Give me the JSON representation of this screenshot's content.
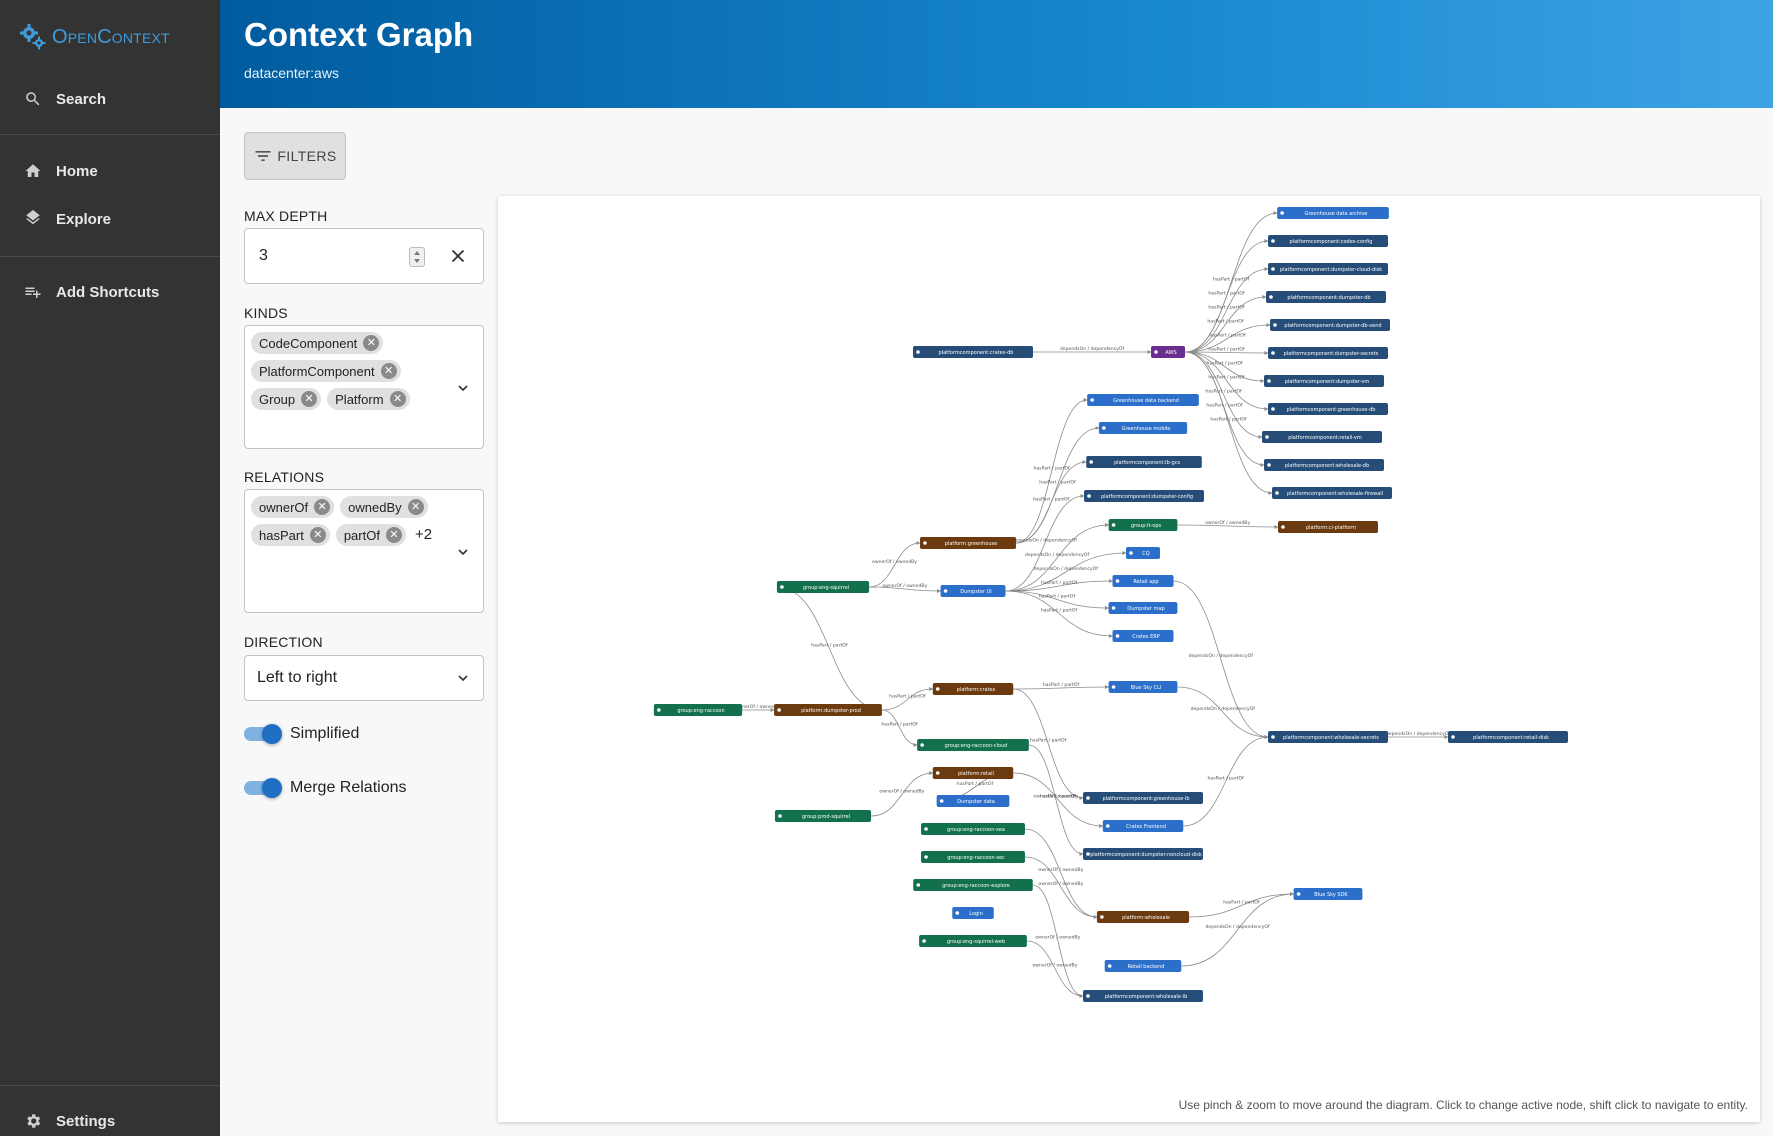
{
  "app": {
    "logo_text": "OpenContext"
  },
  "sidebar": {
    "items": [
      {
        "label": "Search",
        "icon": "search-icon"
      },
      {
        "label": "Home",
        "icon": "home-icon"
      },
      {
        "label": "Explore",
        "icon": "layers-icon"
      },
      {
        "label": "Add Shortcuts",
        "icon": "playlist-add-icon"
      },
      {
        "label": "Settings",
        "icon": "gear-icon"
      }
    ]
  },
  "header": {
    "title": "Context Graph",
    "subtitle": "datacenter:aws"
  },
  "filters": {
    "button_label": "FILTERS",
    "max_depth": {
      "label": "MAX DEPTH",
      "value": "3"
    },
    "kinds": {
      "label": "KINDS",
      "chips": [
        "CodeComponent",
        "PlatformComponent",
        "Group",
        "Platform"
      ]
    },
    "relations": {
      "label": "RELATIONS",
      "chips": [
        "ownerOf",
        "ownedBy",
        "hasPart",
        "partOf"
      ],
      "more": "+2"
    },
    "direction": {
      "label": "DIRECTION",
      "value": "Left to right"
    },
    "simplified": {
      "label": "Simplified",
      "on": true
    },
    "merge_relations": {
      "label": "Merge Relations",
      "on": true
    }
  },
  "graph": {
    "hint": "Use pinch & zoom to move around the diagram. Click to change active node, shift click to navigate to entity.",
    "colors": {
      "component": "#2c6fca",
      "platform_component": "#264d78",
      "group": "#13704d",
      "platform": "#6b3a0e",
      "domain": "#6b2d8f",
      "edge": "#8a8a8a"
    },
    "nodes": [
      {
        "id": "aws",
        "label": "AWS",
        "kind": "domain"
      },
      {
        "id": "crates-db",
        "label": "platformcomponent:crates-db",
        "kind": "platform_component"
      },
      {
        "id": "gh-archive",
        "label": "Greenhouse data archive",
        "kind": "component"
      },
      {
        "id": "codes-config",
        "label": "platformcomponent:codes-config",
        "kind": "platform_component"
      },
      {
        "id": "dc-disk",
        "label": "platformcomponent:dumpster-cloud-disk",
        "kind": "platform_component"
      },
      {
        "id": "d-db",
        "label": "platformcomponent:dumpster-db",
        "kind": "platform_component"
      },
      {
        "id": "d-db-vend",
        "label": "platformcomponent:dumpster-db-vend",
        "kind": "platform_component"
      },
      {
        "id": "d-secrets",
        "label": "platformcomponent:dumpster-secrets",
        "kind": "platform_component"
      },
      {
        "id": "d-vm",
        "label": "platformcomponent:dumpster-vm",
        "kind": "platform_component"
      },
      {
        "id": "gh-db",
        "label": "platformcomponent:greenhouse-db",
        "kind": "platform_component"
      },
      {
        "id": "r-vm",
        "label": "platformcomponent:retail-vm",
        "kind": "platform_component"
      },
      {
        "id": "w-db",
        "label": "platformcomponent:wholesale-db",
        "kind": "platform_component"
      },
      {
        "id": "w-fw",
        "label": "platformcomponent:wholesale-firewall",
        "kind": "platform_component"
      },
      {
        "id": "gh-backend",
        "label": "Greenhouse data backend",
        "kind": "component"
      },
      {
        "id": "gh-mobile",
        "label": "Greenhouse mobile",
        "kind": "component"
      },
      {
        "id": "lb-gcs",
        "label": "platformcomponent:lb-gcs",
        "kind": "platform_component"
      },
      {
        "id": "d-config",
        "label": "platformcomponent:dumpster-config",
        "kind": "platform_component"
      },
      {
        "id": "g-ops",
        "label": "group:it-ops",
        "kind": "group"
      },
      {
        "id": "p-ci",
        "label": "platform:ci-platform",
        "kind": "platform"
      },
      {
        "id": "cq",
        "label": "CQ",
        "kind": "component"
      },
      {
        "id": "retail-app",
        "label": "Retail app",
        "kind": "component"
      },
      {
        "id": "d-map",
        "label": "Dumpster map",
        "kind": "component"
      },
      {
        "id": "crates-erp",
        "label": "Crates ERP",
        "kind": "component"
      },
      {
        "id": "p-gh",
        "label": "platform:greenhouse",
        "kind": "platform"
      },
      {
        "id": "g-squirrel",
        "label": "group:eng-squirrel",
        "kind": "group"
      },
      {
        "id": "d-ui",
        "label": "Dumpster UI",
        "kind": "component"
      },
      {
        "id": "g-raccoon",
        "label": "group:eng-raccoon",
        "kind": "group"
      },
      {
        "id": "p-dprod",
        "label": "platform:dumpster-prod",
        "kind": "platform"
      },
      {
        "id": "p-crates",
        "label": "platform:crates",
        "kind": "platform"
      },
      {
        "id": "blue-cli",
        "label": "Blue Sky CLI",
        "kind": "component"
      },
      {
        "id": "w-secrets",
        "label": "platformcomponent:wholesale-secrets",
        "kind": "platform_component"
      },
      {
        "id": "r-disk",
        "label": "platformcomponent:retail-disk",
        "kind": "platform_component"
      },
      {
        "id": "g-rcloud",
        "label": "group:eng-raccoon-cloud",
        "kind": "group"
      },
      {
        "id": "p-retail",
        "label": "platform:retail",
        "kind": "platform"
      },
      {
        "id": "d-data",
        "label": "Dumpster data",
        "kind": "component"
      },
      {
        "id": "g-psquirrel",
        "label": "group:prod-squirrel",
        "kind": "group"
      },
      {
        "id": "gh-lb",
        "label": "platformcomponent:greenhouse-lb",
        "kind": "platform_component"
      },
      {
        "id": "g-rsea",
        "label": "group:eng-raccoon-sea",
        "kind": "group"
      },
      {
        "id": "crates-fe",
        "label": "Crates Frontend",
        "kind": "component"
      },
      {
        "id": "g-rsec",
        "label": "group:eng-raccoon-sec",
        "kind": "group"
      },
      {
        "id": "d-ncd",
        "label": "platformcomponent:dumpster-noncloud-disk",
        "kind": "platform_component"
      },
      {
        "id": "g-rexp",
        "label": "group:eng-raccoon-explore",
        "kind": "group"
      },
      {
        "id": "login",
        "label": "Login",
        "kind": "component"
      },
      {
        "id": "p-wholesale",
        "label": "platform:wholesale",
        "kind": "platform"
      },
      {
        "id": "blue-sdk",
        "label": "Blue Sky SDK",
        "kind": "component"
      },
      {
        "id": "g-sweb",
        "label": "group:eng-squirrel-web",
        "kind": "group"
      },
      {
        "id": "retail-be",
        "label": "Retail backend",
        "kind": "component"
      },
      {
        "id": "w-lb",
        "label": "platformcomponent:wholesale-lb",
        "kind": "platform_component"
      }
    ],
    "edges": [
      {
        "from": "crates-db",
        "to": "aws",
        "label": "dependsOn / dependencyOf"
      },
      {
        "from": "aws",
        "to": "gh-archive",
        "label": "hasPart / partOf"
      },
      {
        "from": "aws",
        "to": "codes-config",
        "label": "hasPart / partOf"
      },
      {
        "from": "aws",
        "to": "dc-disk",
        "label": "hasPart / partOf"
      },
      {
        "from": "aws",
        "to": "d-db",
        "label": "hasPart / partOf"
      },
      {
        "from": "aws",
        "to": "d-db-vend",
        "label": "hasPart / partOf"
      },
      {
        "from": "aws",
        "to": "d-secrets",
        "label": "hasPart / partOf"
      },
      {
        "from": "aws",
        "to": "d-vm",
        "label": "hasPart / partOf"
      },
      {
        "from": "aws",
        "to": "gh-db",
        "label": "hasPart / partOf"
      },
      {
        "from": "aws",
        "to": "r-vm",
        "label": "hasPart / partOf"
      },
      {
        "from": "aws",
        "to": "w-db",
        "label": "hasPart / partOf"
      },
      {
        "from": "aws",
        "to": "w-fw",
        "label": "hasPart / partOf"
      },
      {
        "from": "p-gh",
        "to": "gh-backend",
        "label": "hasPart / partOf"
      },
      {
        "from": "g-raccoon",
        "to": "p-dprod",
        "label": "ownerOf / ownedBy"
      },
      {
        "from": "p-dprod",
        "to": "g-squirrel",
        "label": "hasPart / partOf"
      },
      {
        "from": "g-squirrel",
        "to": "p-gh",
        "label": "ownerOf / ownedBy"
      },
      {
        "from": "g-squirrel",
        "to": "d-ui",
        "label": "ownerOf / ownedBy"
      },
      {
        "from": "p-gh",
        "to": "lb-gcs",
        "label": "hasPart / partOf"
      },
      {
        "from": "p-gh",
        "to": "gh-mobile",
        "label": "hasPart / partOf"
      },
      {
        "from": "d-ui",
        "to": "d-config",
        "label": "dependsOn / dependencyOf"
      },
      {
        "from": "d-ui",
        "to": "cq",
        "label": "dependsOn / dependencyOf"
      },
      {
        "from": "d-ui",
        "to": "g-ops",
        "label": "dependsOn / dependencyOf"
      },
      {
        "from": "d-ui",
        "to": "retail-app",
        "label": "hasPart / partOf"
      },
      {
        "from": "d-ui",
        "to": "d-map",
        "label": "hasPart / partOf"
      },
      {
        "from": "d-ui",
        "to": "crates-erp",
        "label": "hasPart / partOf"
      },
      {
        "from": "g-ops",
        "to": "p-ci",
        "label": "ownerOf / ownedBy"
      },
      {
        "from": "retail-app",
        "to": "w-secrets",
        "label": "dependsOn / dependencyOf"
      },
      {
        "from": "p-dprod",
        "to": "p-crates",
        "label": "hasPart / partOf"
      },
      {
        "from": "p-dprod",
        "to": "g-rcloud",
        "label": "hasPart / partOf"
      },
      {
        "from": "p-crates",
        "to": "blue-cli",
        "label": "hasPart / partOf"
      },
      {
        "from": "p-crates",
        "to": "gh-lb",
        "label": "hasPart / partOf"
      },
      {
        "from": "blue-cli",
        "to": "w-secrets",
        "label": "dependsOn / dependencyOf"
      },
      {
        "from": "w-secrets",
        "to": "r-disk",
        "label": "dependsOn / dependencyOf"
      },
      {
        "from": "g-rcloud",
        "to": "d-ncd",
        "label": "ownerOf / ownedBy"
      },
      {
        "from": "p-retail",
        "to": "crates-fe",
        "label": "hasPart / partOf"
      },
      {
        "from": "p-retail",
        "to": "d-data",
        "label": "hasPart / partOf"
      },
      {
        "from": "g-psquirrel",
        "to": "p-retail",
        "label": "ownerOf / ownedBy"
      },
      {
        "from": "g-rsea",
        "to": "p-wholesale",
        "label": "ownerOf / ownedBy"
      },
      {
        "from": "g-rsec",
        "to": "p-wholesale",
        "label": "ownerOf / ownedBy"
      },
      {
        "from": "g-rexp",
        "to": "w-lb",
        "label": "ownerOf / ownedBy"
      },
      {
        "from": "g-sweb",
        "to": "w-lb",
        "label": "ownerOf / ownedBy"
      },
      {
        "from": "p-wholesale",
        "to": "blue-sdk",
        "label": "hasPart / partOf"
      },
      {
        "from": "retail-be",
        "to": "blue-sdk",
        "label": "dependsOn / dependencyOf"
      },
      {
        "from": "crates-fe",
        "to": "w-secrets",
        "label": "hasPart / partOf"
      }
    ]
  }
}
